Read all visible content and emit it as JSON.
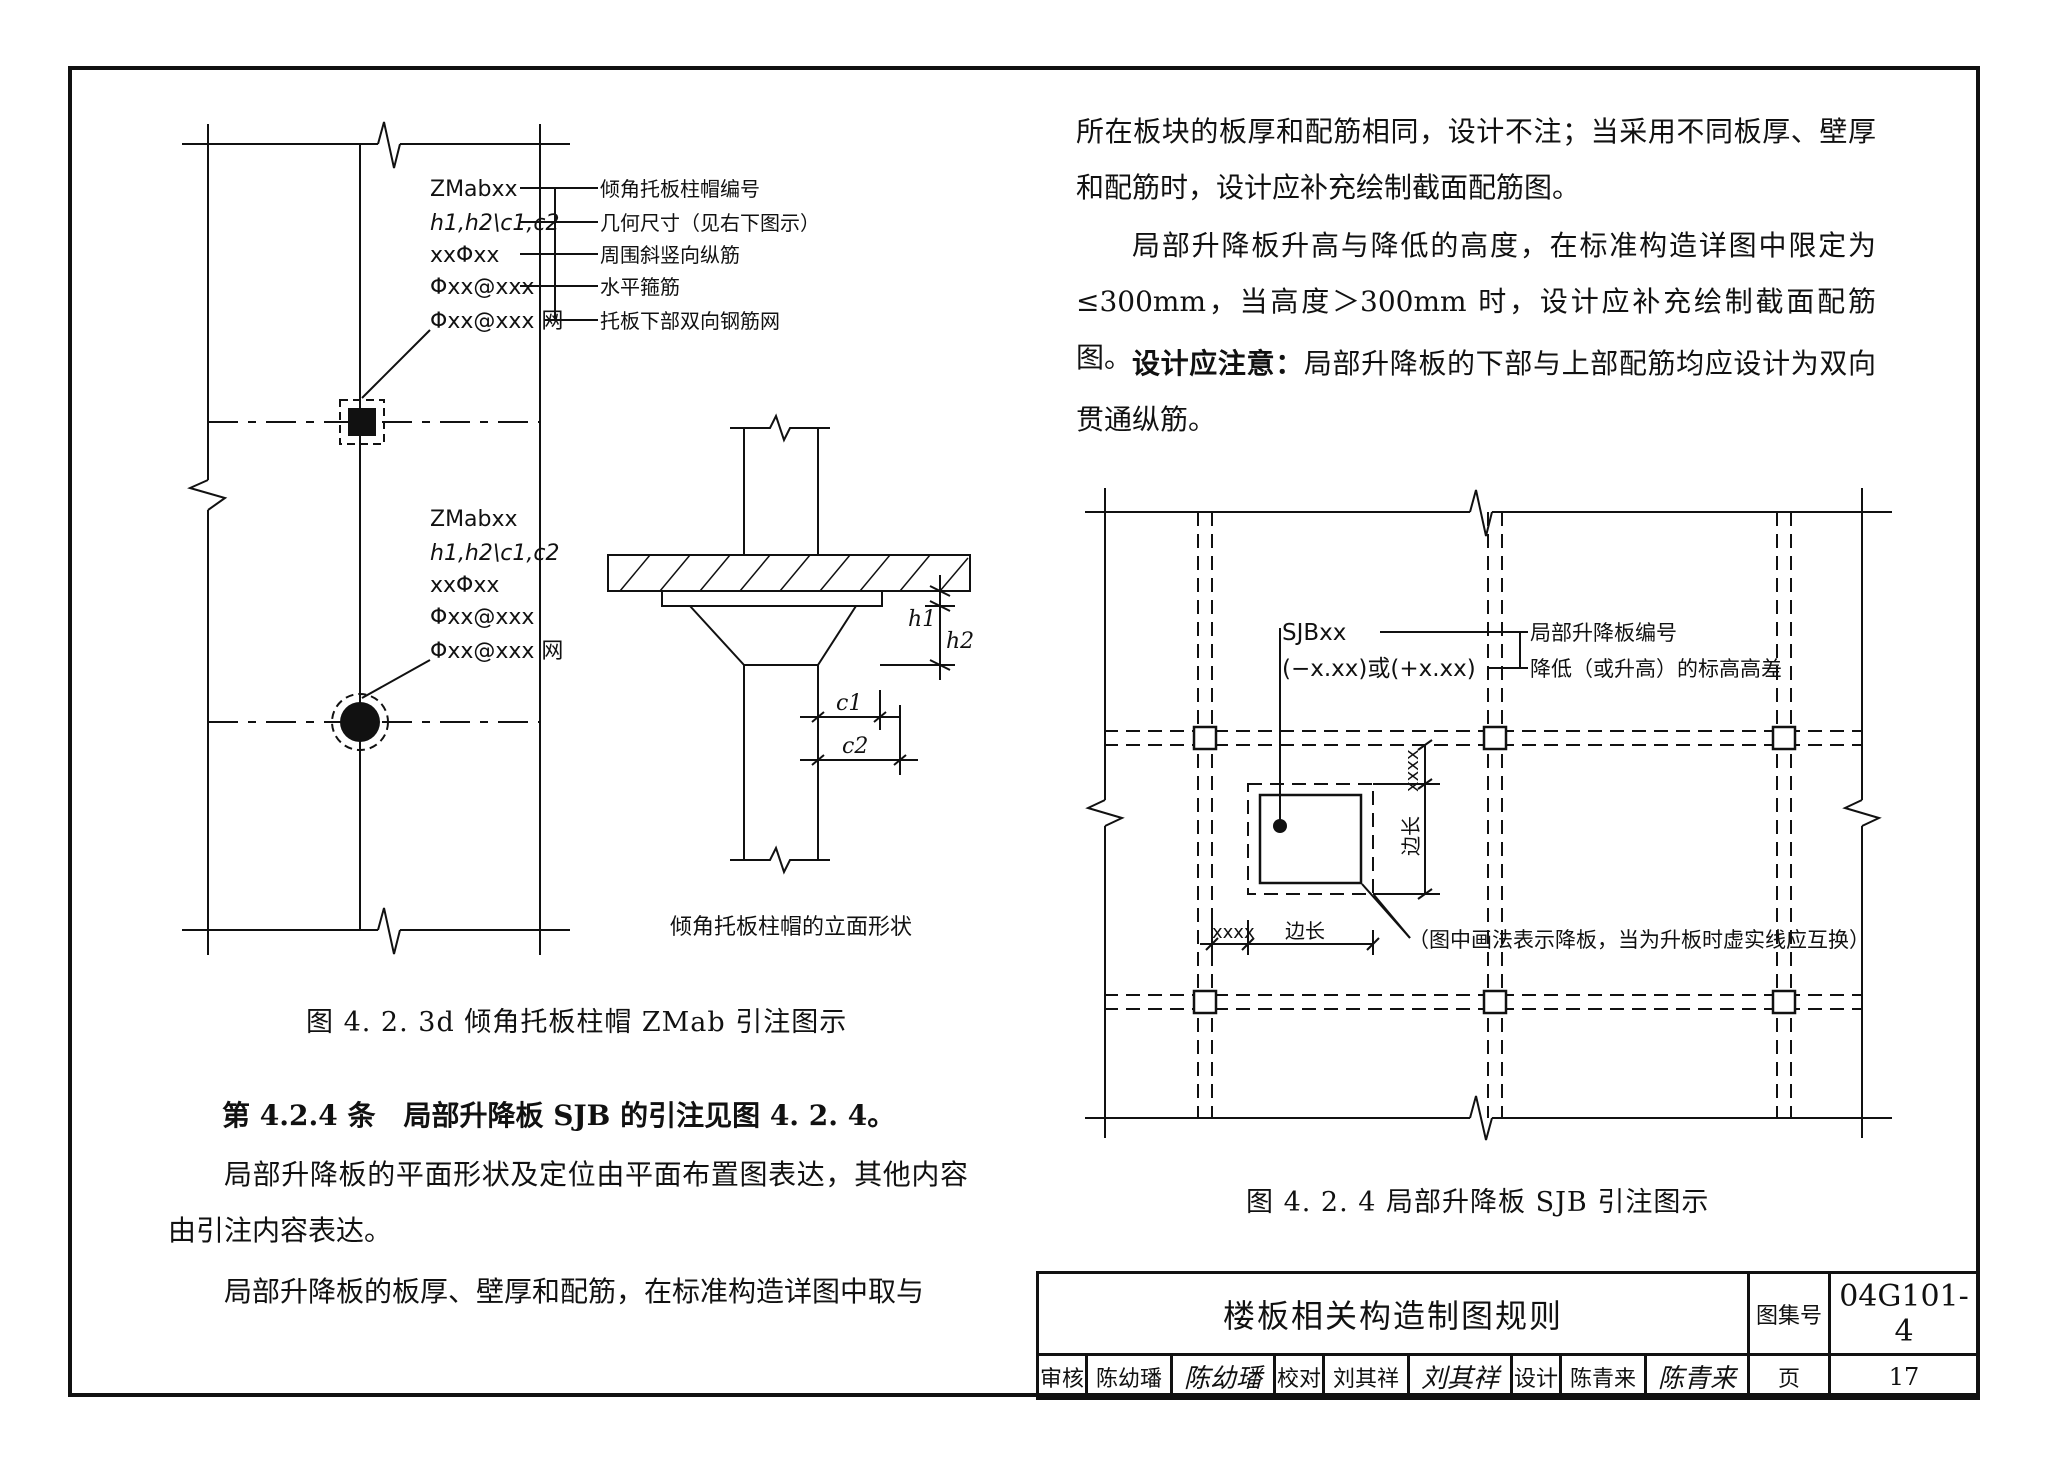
{
  "left_figure": {
    "plan_labels_square": [
      "ZMabxx",
      "h1,h2\\c1,c2",
      "xxΦxx",
      "Φxx@xxx",
      "Φxx@xxx 网"
    ],
    "plan_label_descriptions": [
      "倾角托板柱帽编号",
      "几何尺寸（见右下图示）",
      "周围斜竖向纵筋",
      "水平箍筋",
      "托板下部双向钢筋网"
    ],
    "plan_labels_circle": [
      "ZMabxx",
      "h1,h2\\c1,c2",
      "xxΦxx",
      "Φxx@xxx",
      "Φxx@xxx 网"
    ],
    "dims": {
      "h1": "h1",
      "h2": "h2",
      "c1": "c1",
      "c2": "c2"
    },
    "elevation_caption": "倾角托板柱帽的立面形状",
    "caption": "图 4. 2. 3d 倾角托板柱帽 ZMab 引注图示"
  },
  "left_text": {
    "clause_head": "第 4.2.4 条　局部升降板 SJB 的引注见图 4. 2. 4。",
    "para1": "局部升降板的平面形状及定位由平面布置图表达，其他内容由引注内容表达。",
    "para2": "局部升降板的板厚、壁厚和配筋，在标准构造详图中取与"
  },
  "right_text": {
    "para1": "所在板块的板厚和配筋相同，设计不注；当采用不同板厚、壁厚和配筋时，设计应补充绘制截面配筋图。",
    "para2": "局部升降板升高与降低的高度，在标准构造详图中限定为≤300mm，当高度＞300mm 时，设计应补充绘制截面配筋图。",
    "para3_bold": "设计应注意：",
    "para3_rest": "局部升降板的下部与上部配筋均应设计为双向贯通纵筋。"
  },
  "right_figure": {
    "label_code": "SJBxx",
    "label_code_desc": "局部升降板编号",
    "label_elev": "(−x.xx)或(+x.xx)",
    "label_elev_desc": "降低（或升高）的标高高差",
    "dim_xxxx_v": "xxxx",
    "dim_side_v": "边长",
    "dim_xxxx_h": "xxxx",
    "dim_side_h": "边长",
    "note": "（图中画法表示降板，当为升板时虚实线应互换）",
    "caption": "图 4. 2. 4 局部升降板 SJB 引注图示"
  },
  "title_block": {
    "title": "楼板相关构造制图规则",
    "atlas_label": "图集号",
    "atlas_no": "04G101-4",
    "review_label": "审核",
    "reviewer": "陈幼璠",
    "review_sig": "陈幼璠",
    "check_label": "校对",
    "checker": "刘其祥",
    "check_sig": "刘其祥",
    "design_label": "设计",
    "designer": "陈青来",
    "design_sig": "陈青来",
    "page_label": "页",
    "page_no": "17"
  }
}
